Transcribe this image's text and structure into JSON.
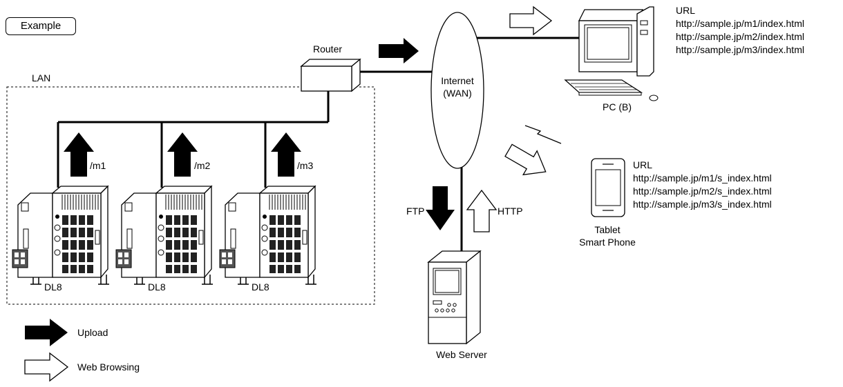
{
  "example_label": "Example",
  "lan_label": "LAN",
  "router_label": "Router",
  "internet_label_1": "Internet",
  "internet_label_2": "(WAN)",
  "devices": [
    {
      "name": "DL8",
      "path": "/m1"
    },
    {
      "name": "DL8",
      "path": "/m2"
    },
    {
      "name": "DL8",
      "path": "/m3"
    }
  ],
  "pc": {
    "label": "PC (B)",
    "url_heading": "URL",
    "urls": [
      "http://sample.jp/m1/index.html",
      "http://sample.jp/m2/index.html",
      "http://sample.jp/m3/index.html"
    ]
  },
  "mobile": {
    "label_1": "Tablet",
    "label_2": "Smart Phone",
    "url_heading": "URL",
    "urls": [
      "http://sample.jp/m1/s_index.html",
      "http://sample.jp/m2/s_index.html",
      "http://sample.jp/m3/s_index.html"
    ]
  },
  "server": {
    "label": "Web Server",
    "ftp_label": "FTP",
    "http_label": "HTTP"
  },
  "legend": {
    "upload_label": "Upload",
    "browse_label": "Web Browsing"
  }
}
